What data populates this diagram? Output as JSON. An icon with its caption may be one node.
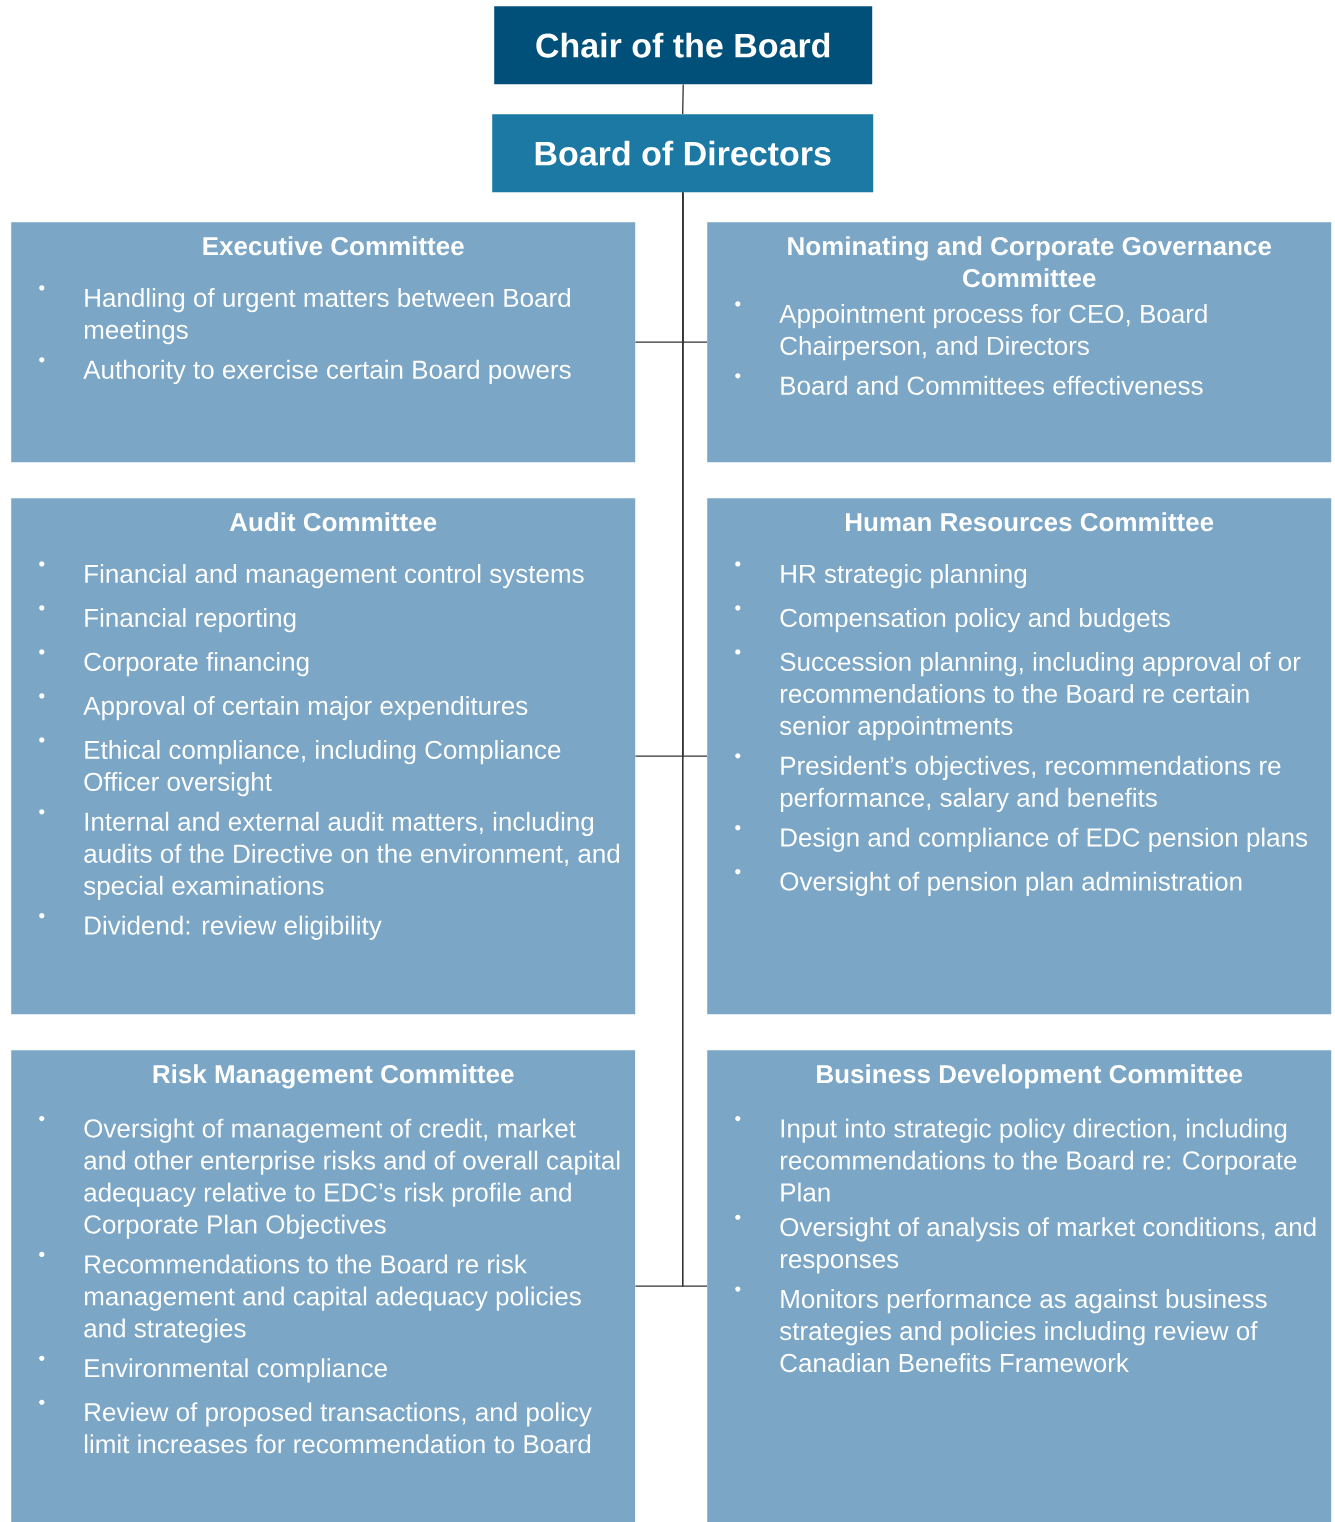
{
  "diagram": {
    "nodes": [
      {
        "text": [
          "Chair of the Board"
        ]
      },
      {
        "text": [
          "Board of Directors"
        ]
      },
      {
        "text": [
          "Executive Committee",
          "Handling of urgent matters between Board meetings",
          "Authority to exercise certain Board powers"
        ]
      },
      {
        "text": [
          "Nominating and Corporate Governance Committee",
          "Appointment process for CEO, Board Chairperson, and Directors",
          "Board and Committees effectiveness"
        ]
      },
      {
        "text": [
          "Audit Committee",
          "Financial and management control systems",
          "Financial reporting",
          "Corporate financing",
          "Approval of certain major expenditures",
          "Ethical compliance, including Compliance Officer oversight",
          "Internal and external audit matters, including audits of the Directive on the environment, and special examinations",
          "Dividend: review eligibility"
        ]
      },
      {
        "text": [
          "Human Resources Committee",
          "HR strategic planning",
          "Compensation policy and budgets",
          "Succession planning, including approval of or recommendations to the Board re certain senior appointments",
          "President’s objectives, recommendations re performance, salary and benefits",
          "Design and compliance of EDC pension plans",
          "Oversight of pension plan administration"
        ]
      },
      {
        "text": [
          "Risk Management Committee",
          "Oversight of management of credit, market and other enterprise risks and of overall capital adequacy relative to EDC’s risk profile and Corporate Plan Objectives",
          "Recommendations to the Board re risk management and capital adequacy policies and strategies",
          "Environmental compliance",
          "Review of proposed transactions, and policy limit increases for recommendation to Board"
        ]
      },
      {
        "text": [
          "Business Development Committee",
          "Input into strategic policy direction, including recommendations to the Board re: Corporate Plan",
          "Oversight of analysis of market conditions, and responses",
          "Monitors performance as against business strategies and policies including review of Canadian Benefits Framework"
        ]
      }
    ],
    "edges": [
      {
        "from": 0,
        "to": 1,
        "arrow": "none"
      },
      {
        "from": 1,
        "to": 2,
        "arrow": "none"
      },
      {
        "from": 1,
        "to": 3,
        "arrow": "none"
      },
      {
        "from": 1,
        "to": 4,
        "arrow": "none"
      },
      {
        "from": 1,
        "to": 5,
        "arrow": "none"
      },
      {
        "from": 1,
        "to": 6,
        "arrow": "none"
      },
      {
        "from": 1,
        "to": 7,
        "arrow": "none"
      }
    ]
  }
}
